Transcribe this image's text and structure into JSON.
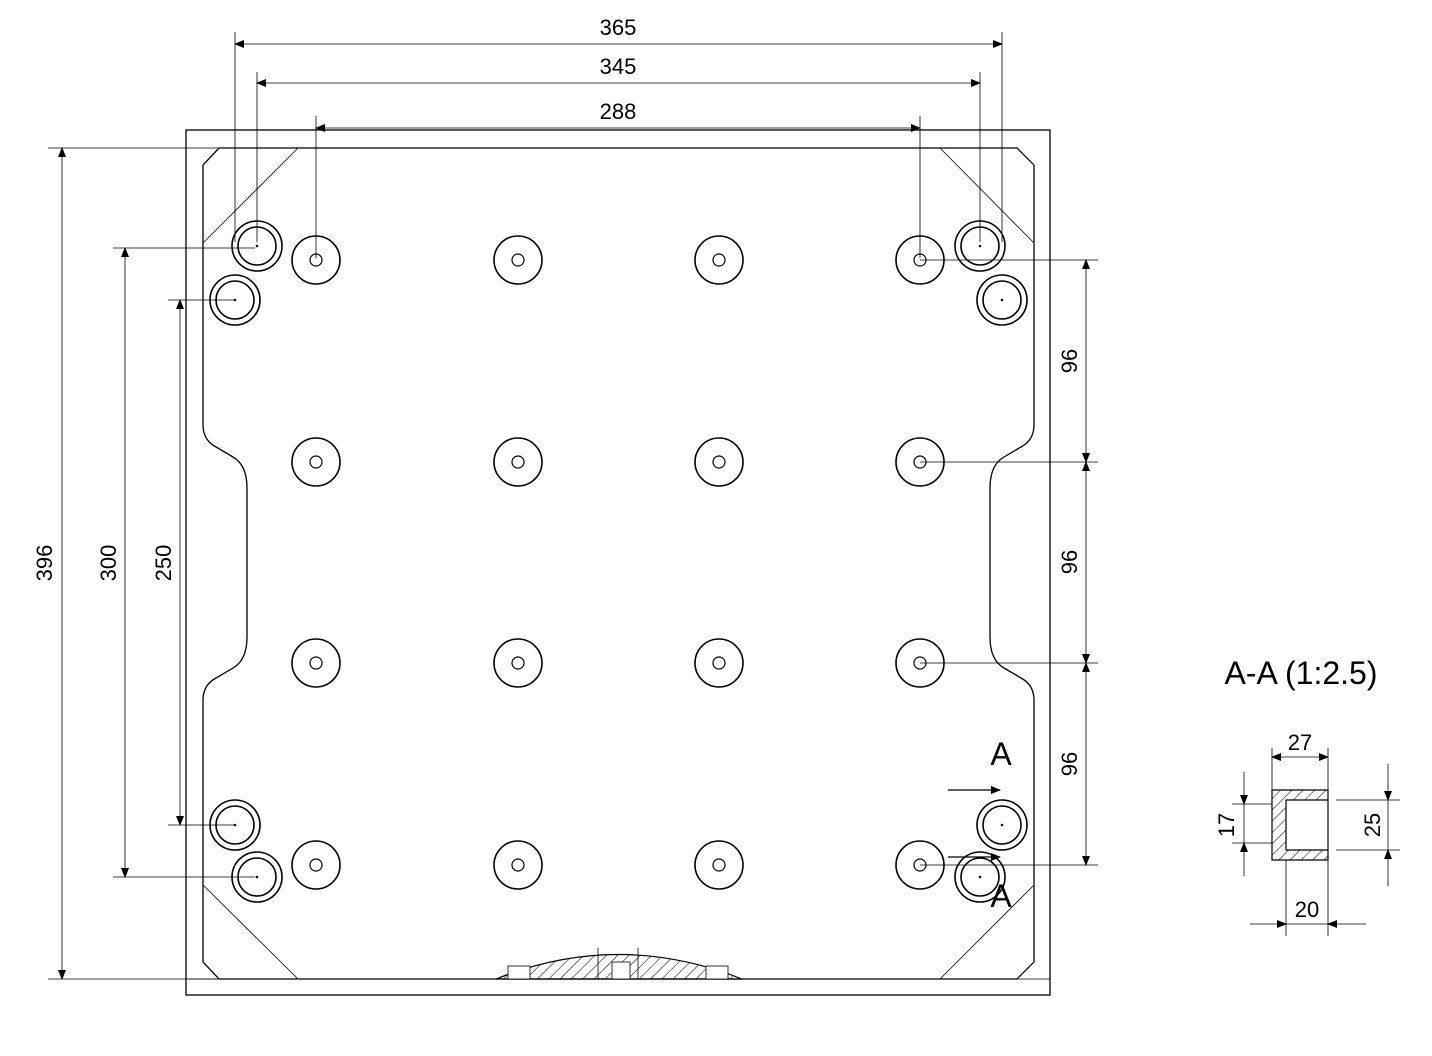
{
  "dimensions": {
    "top": [
      "365",
      "345",
      "288"
    ],
    "left": [
      "396",
      "300",
      "250"
    ],
    "right": [
      "96",
      "96",
      "96"
    ]
  },
  "section": {
    "marker": "A",
    "title": "A-A (1:2.5)",
    "dims": [
      "27",
      "17",
      "25",
      "20"
    ]
  },
  "colors": {
    "line": "#000000",
    "background": "#ffffff"
  }
}
